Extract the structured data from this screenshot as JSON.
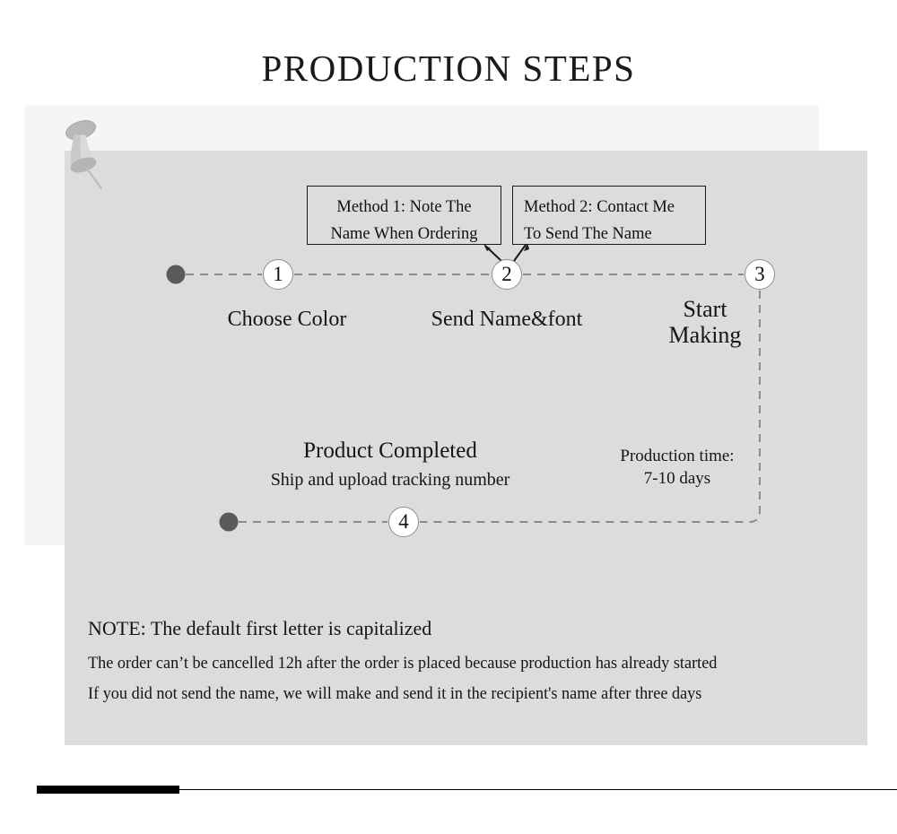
{
  "page": {
    "title": "PRODUCTION STEPS"
  },
  "method_boxes": [
    {
      "id": "method-1",
      "line1": "Method 1:  Note The",
      "line2": "Name When Ordering"
    },
    {
      "id": "method-2",
      "line1": "Method 2: Contact Me",
      "line2": "To Send The Name"
    }
  ],
  "steps": [
    {
      "number": "1",
      "label": "Choose Color"
    },
    {
      "number": "2",
      "label": "Send Name&font"
    },
    {
      "number": "3",
      "label_line1": "Start",
      "label_line2": "Making"
    },
    {
      "number": "4",
      "label": "Product Completed",
      "sublabel": "Ship and upload tracking number"
    }
  ],
  "production_time": {
    "line1": "Production time:",
    "line2": "7-10 days"
  },
  "notes": {
    "title": "NOTE: The default first letter is capitalized",
    "line1": "The order can’t be cancelled 12h after the order is placed because production has already started",
    "line2": "If you did not send the name, we will make and send it in the recipient's name after three days"
  },
  "colors": {
    "panel_back": "#f5f5f5",
    "panel_main": "#dcdcdc",
    "dot": "#5a5a5a",
    "dash_line": "#8c8c8c",
    "text": "#141414",
    "footer_bar": "#000000"
  },
  "icons": {
    "pushpin": "pushpin-icon",
    "arrow_left": "arrow-up-left-icon",
    "arrow_right": "arrow-up-right-icon"
  }
}
